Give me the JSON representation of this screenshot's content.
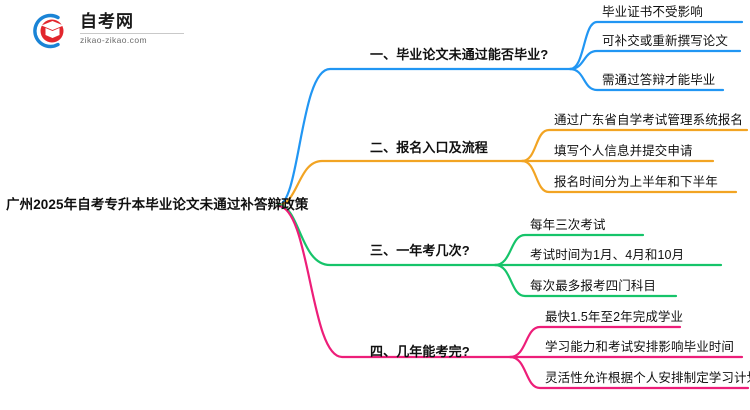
{
  "logo": {
    "name": "zikao-logo",
    "title": "自考网",
    "domain": "zikao-zikao.com",
    "mark_blue": "#1a84d6",
    "mark_red": "#e2262d"
  },
  "mindmap": {
    "root": {
      "label": "广州2025年自考专升本毕业论文未通过补答辩政策"
    },
    "branches": [
      {
        "label": "一、毕业论文未通过能否毕业?",
        "color": "#2196f3",
        "children": [
          {
            "label": "毕业证书不受影响"
          },
          {
            "label": "可补交或重新撰写论文"
          },
          {
            "label": "需通过答辩才能毕业"
          }
        ]
      },
      {
        "label": "二、报名入口及流程",
        "color": "#f2a423",
        "children": [
          {
            "label": "通过广东省自学考试管理系统报名"
          },
          {
            "label": "填写个人信息并提交申请"
          },
          {
            "label": "报名时间分为上半年和下半年"
          }
        ]
      },
      {
        "label": "三、一年考几次?",
        "color": "#16c46a",
        "children": [
          {
            "label": "每年三次考试"
          },
          {
            "label": "考试时间为1月、4月和10月"
          },
          {
            "label": "每次最多报考四门科目"
          }
        ]
      },
      {
        "label": "四、几年能考完?",
        "color": "#ed1e79",
        "children": [
          {
            "label": "最快1.5年至2年完成学业"
          },
          {
            "label": "学习能力和考试安排影响毕业时间"
          },
          {
            "label": "灵活性允许根据个人安排制定学习计划"
          }
        ]
      }
    ]
  }
}
